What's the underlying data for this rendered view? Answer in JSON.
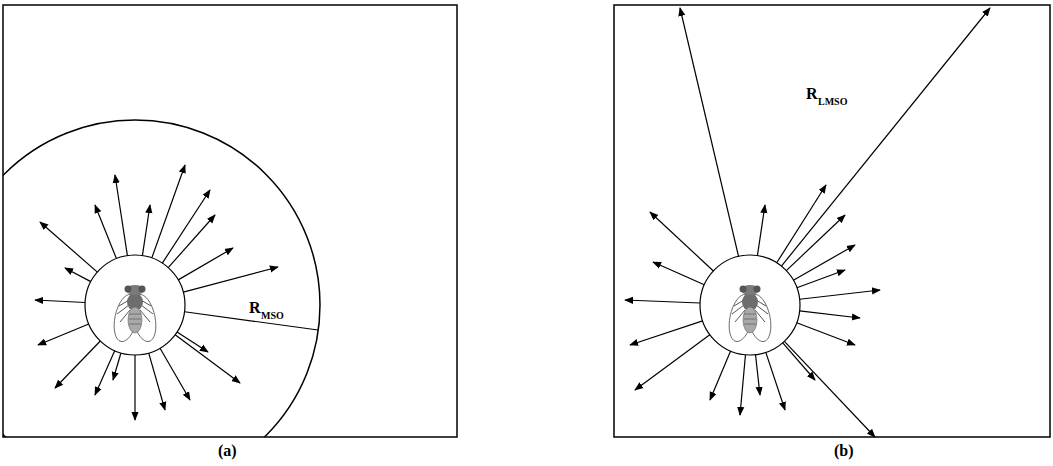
{
  "diagram": {
    "labels": [
      "R",
      "MSO",
      "(a)",
      "R",
      "LMSO",
      "(b)"
    ]
  }
}
